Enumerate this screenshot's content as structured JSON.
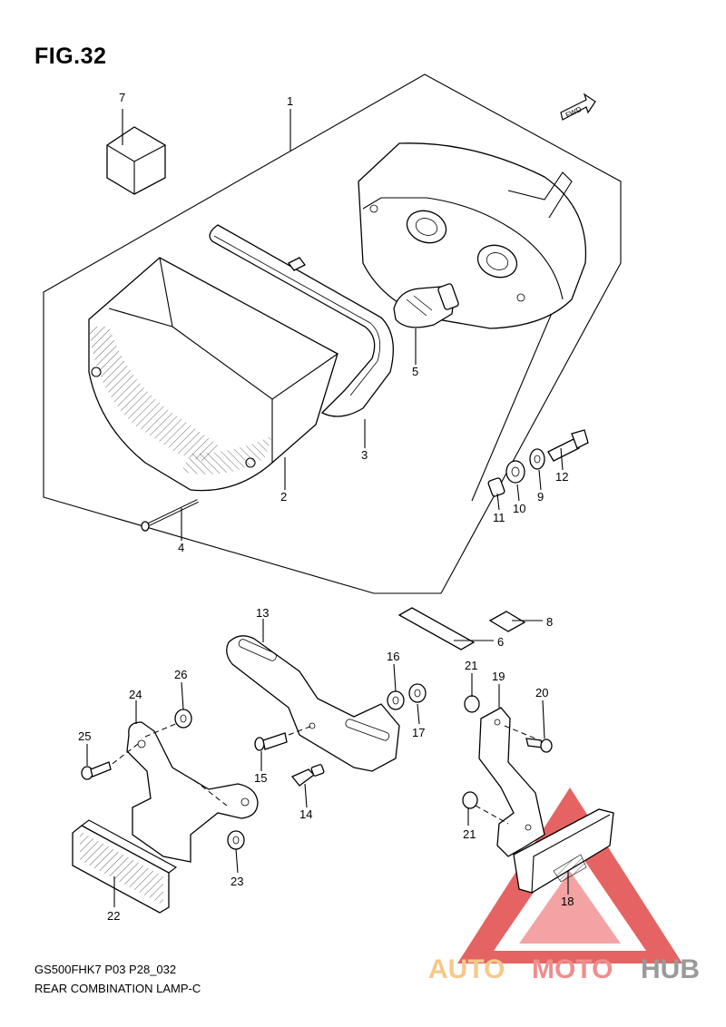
{
  "figure": {
    "title": "FIG.32",
    "model_code": "GS500FHK7 P03 P28_032",
    "caption": "REAR COMBINATION LAMP-C"
  },
  "fwd_label": "FWD",
  "callouts": [
    "1",
    "2",
    "3",
    "4",
    "5",
    "6",
    "7",
    "8",
    "9",
    "10",
    "11",
    "12",
    "13",
    "14",
    "15",
    "16",
    "17",
    "18",
    "19",
    "20",
    "21",
    "21",
    "22",
    "23",
    "24",
    "25",
    "26"
  ],
  "watermark": {
    "text_1": "AUTO",
    "text_2": "MOTO",
    "text_3": "HUB",
    "color_1": "#f5c98a",
    "color_2": "#f08c8c",
    "color_3": "#9a9a9a",
    "logo_color": "#e04848"
  }
}
